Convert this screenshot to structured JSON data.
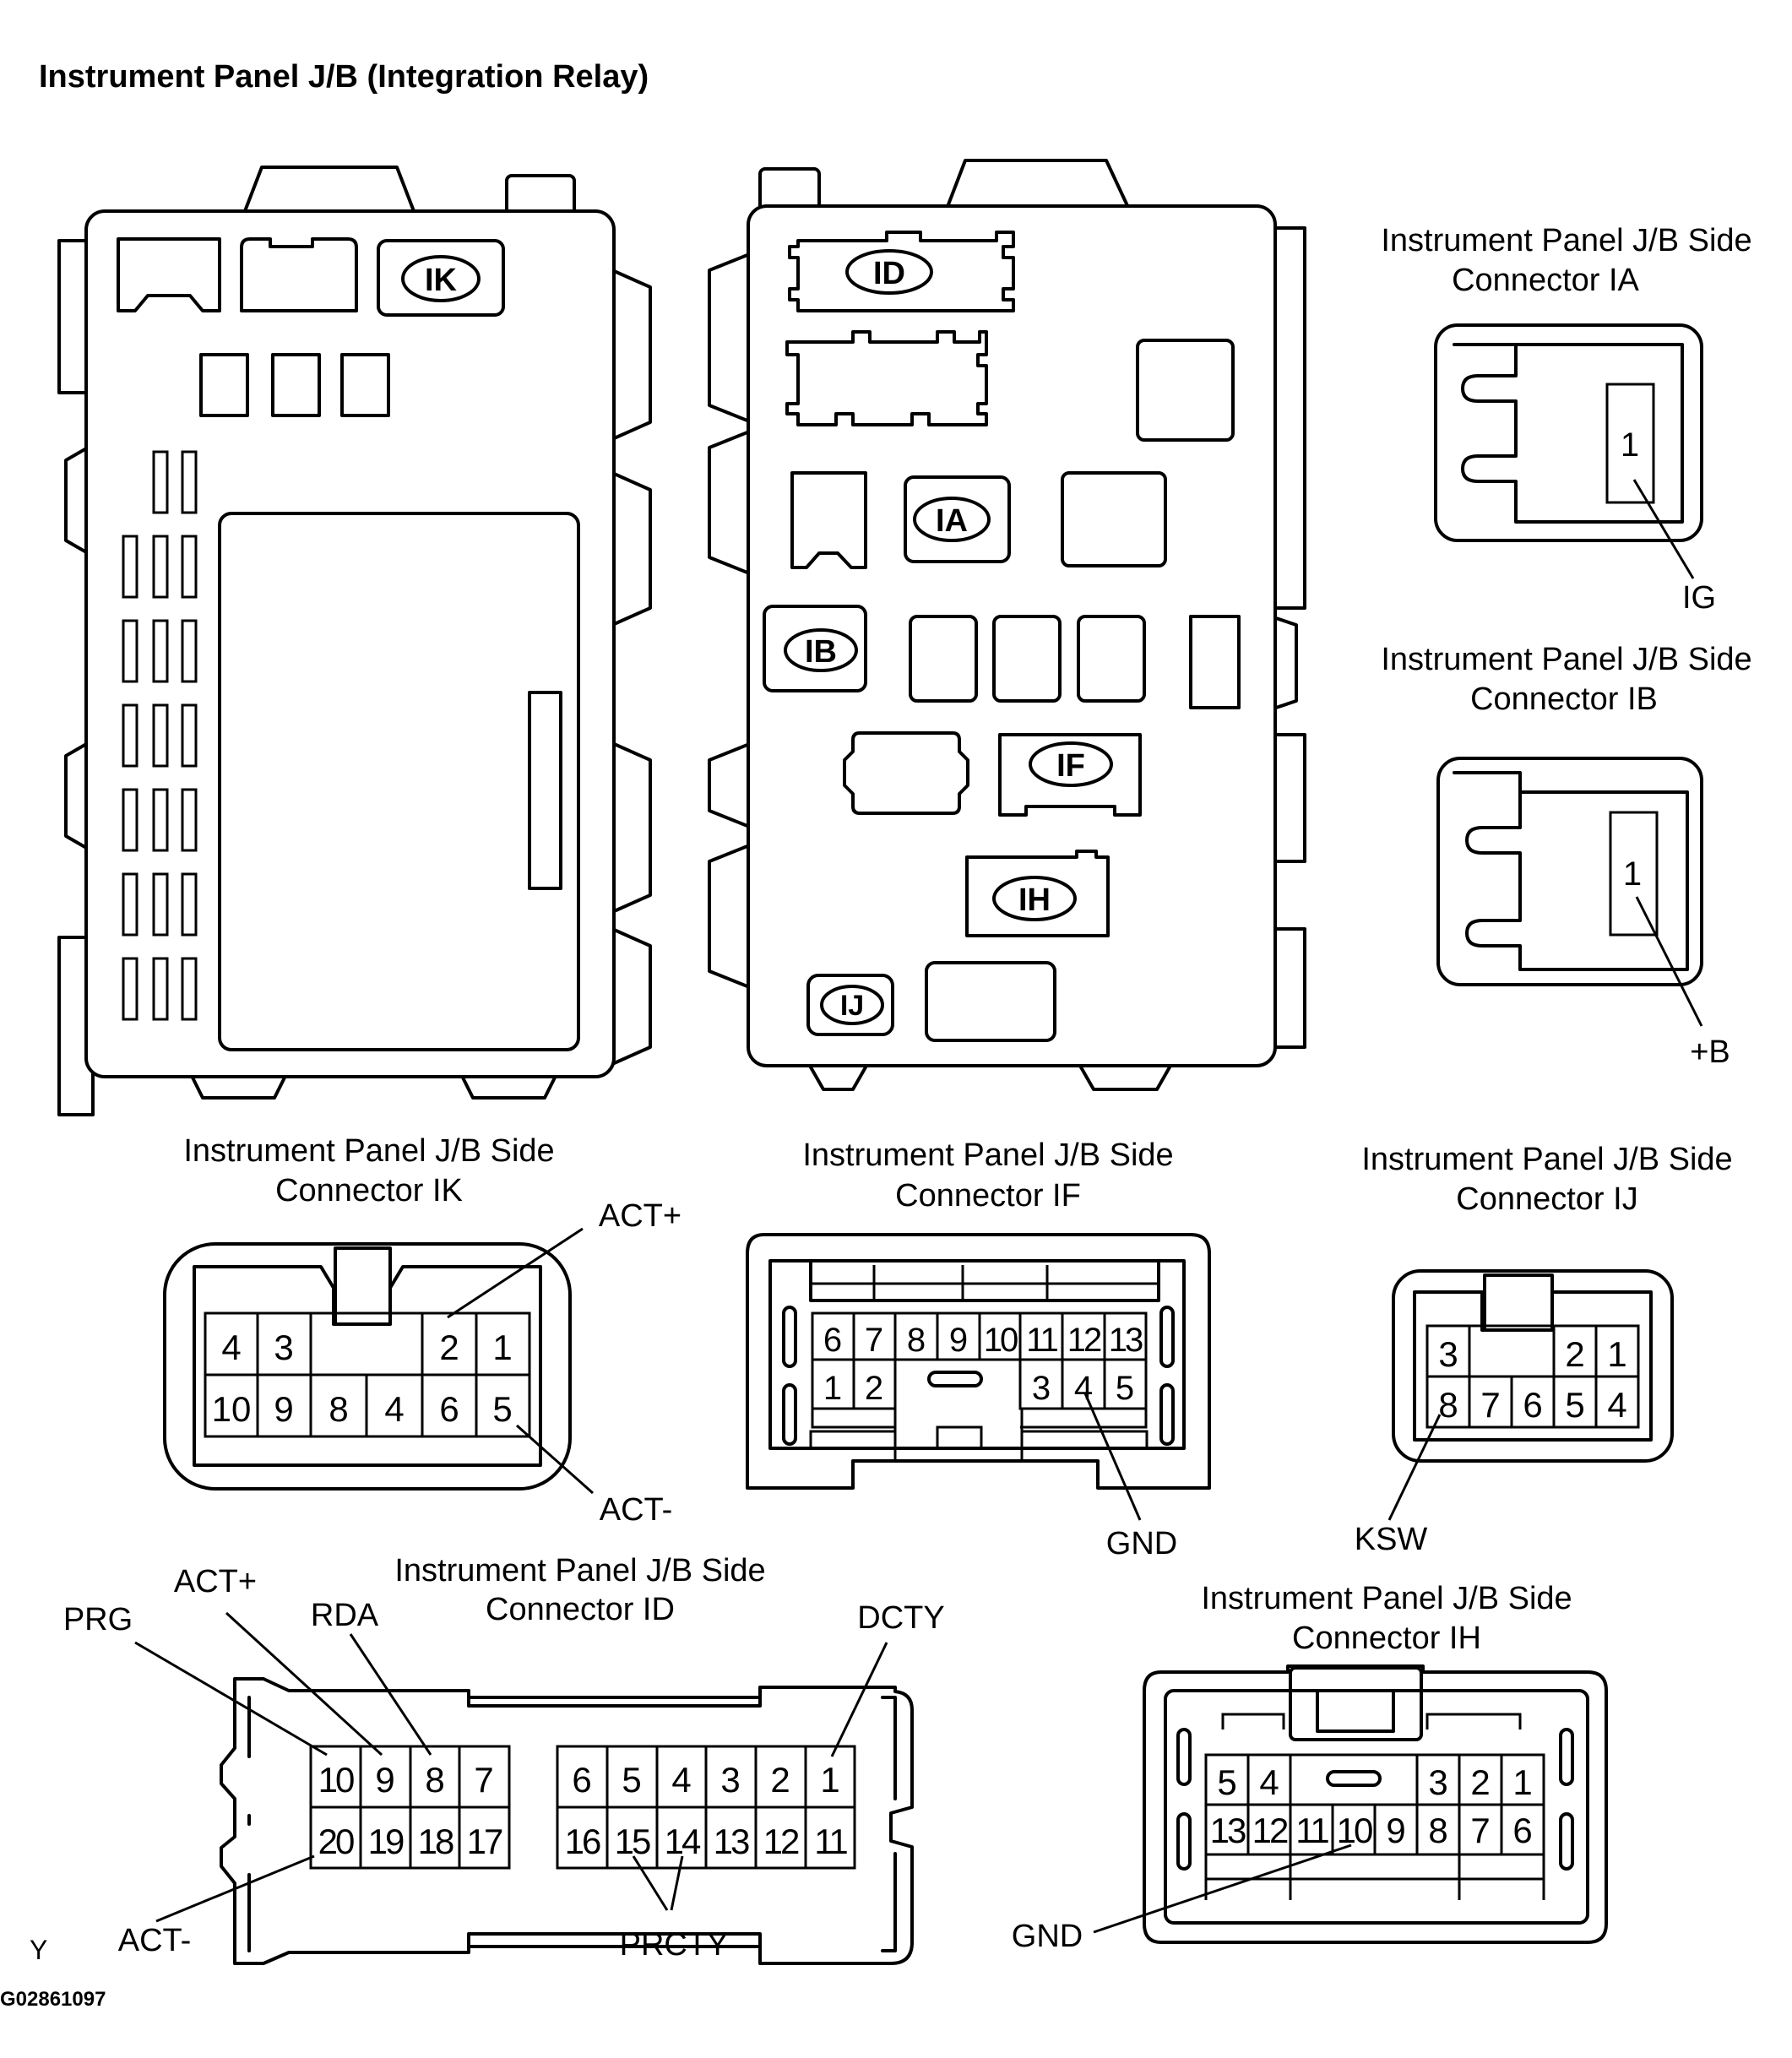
{
  "title": "Instrument Panel J/B (Integration Relay)",
  "footer": {
    "mark": "Y",
    "code": "G02861097"
  },
  "jb_labels": [
    "IK",
    "ID",
    "IA",
    "IB",
    "IF",
    "IH",
    "IJ"
  ],
  "connectors": {
    "IA": {
      "title1": "Instrument Panel J/B Side",
      "title2": "Connector IA",
      "pins": [
        "1"
      ],
      "callouts": [
        "IG"
      ]
    },
    "IB": {
      "title1": "Instrument Panel J/B Side",
      "title2": "Connector IB",
      "pins": [
        "1"
      ],
      "callouts": [
        "+B"
      ]
    },
    "IK": {
      "title1": "Instrument Panel J/B Side",
      "title2": "Connector IK",
      "row1": [
        "4",
        "3",
        "2",
        "1"
      ],
      "row2": [
        "10",
        "9",
        "8",
        "4",
        "6",
        "5"
      ],
      "callouts": [
        "ACT+",
        "ACT-"
      ]
    },
    "IF": {
      "title1": "Instrument Panel J/B Side",
      "title2": "Connector IF",
      "row1": [
        "6",
        "7",
        "8",
        "9",
        "10",
        "11",
        "12",
        "13"
      ],
      "row2": [
        "1",
        "2",
        "3",
        "4",
        "5"
      ],
      "callouts": [
        "GND"
      ]
    },
    "IJ": {
      "title1": "Instrument Panel J/B Side",
      "title2": "Connector IJ",
      "row1": [
        "3",
        "2",
        "1"
      ],
      "row2": [
        "8",
        "7",
        "6",
        "5",
        "4"
      ],
      "callouts": [
        "KSW"
      ]
    },
    "ID": {
      "title1": "Instrument Panel J/B Side",
      "title2": "Connector ID",
      "row1": [
        "10",
        "9",
        "8",
        "7",
        "6",
        "5",
        "4",
        "3",
        "2",
        "1"
      ],
      "row2": [
        "20",
        "19",
        "18",
        "17",
        "16",
        "15",
        "14",
        "13",
        "12",
        "11"
      ],
      "callouts": [
        "PRG",
        "ACT+",
        "RDA",
        "DCTY",
        "ACT-",
        "PRCTY"
      ]
    },
    "IH": {
      "title1": "Instrument Panel J/B Side",
      "title2": "Connector IH",
      "row1": [
        "5",
        "4",
        "3",
        "2",
        "1"
      ],
      "row2": [
        "13",
        "12",
        "11",
        "10",
        "9",
        "8",
        "7",
        "6"
      ],
      "callouts": [
        "GND"
      ]
    }
  }
}
